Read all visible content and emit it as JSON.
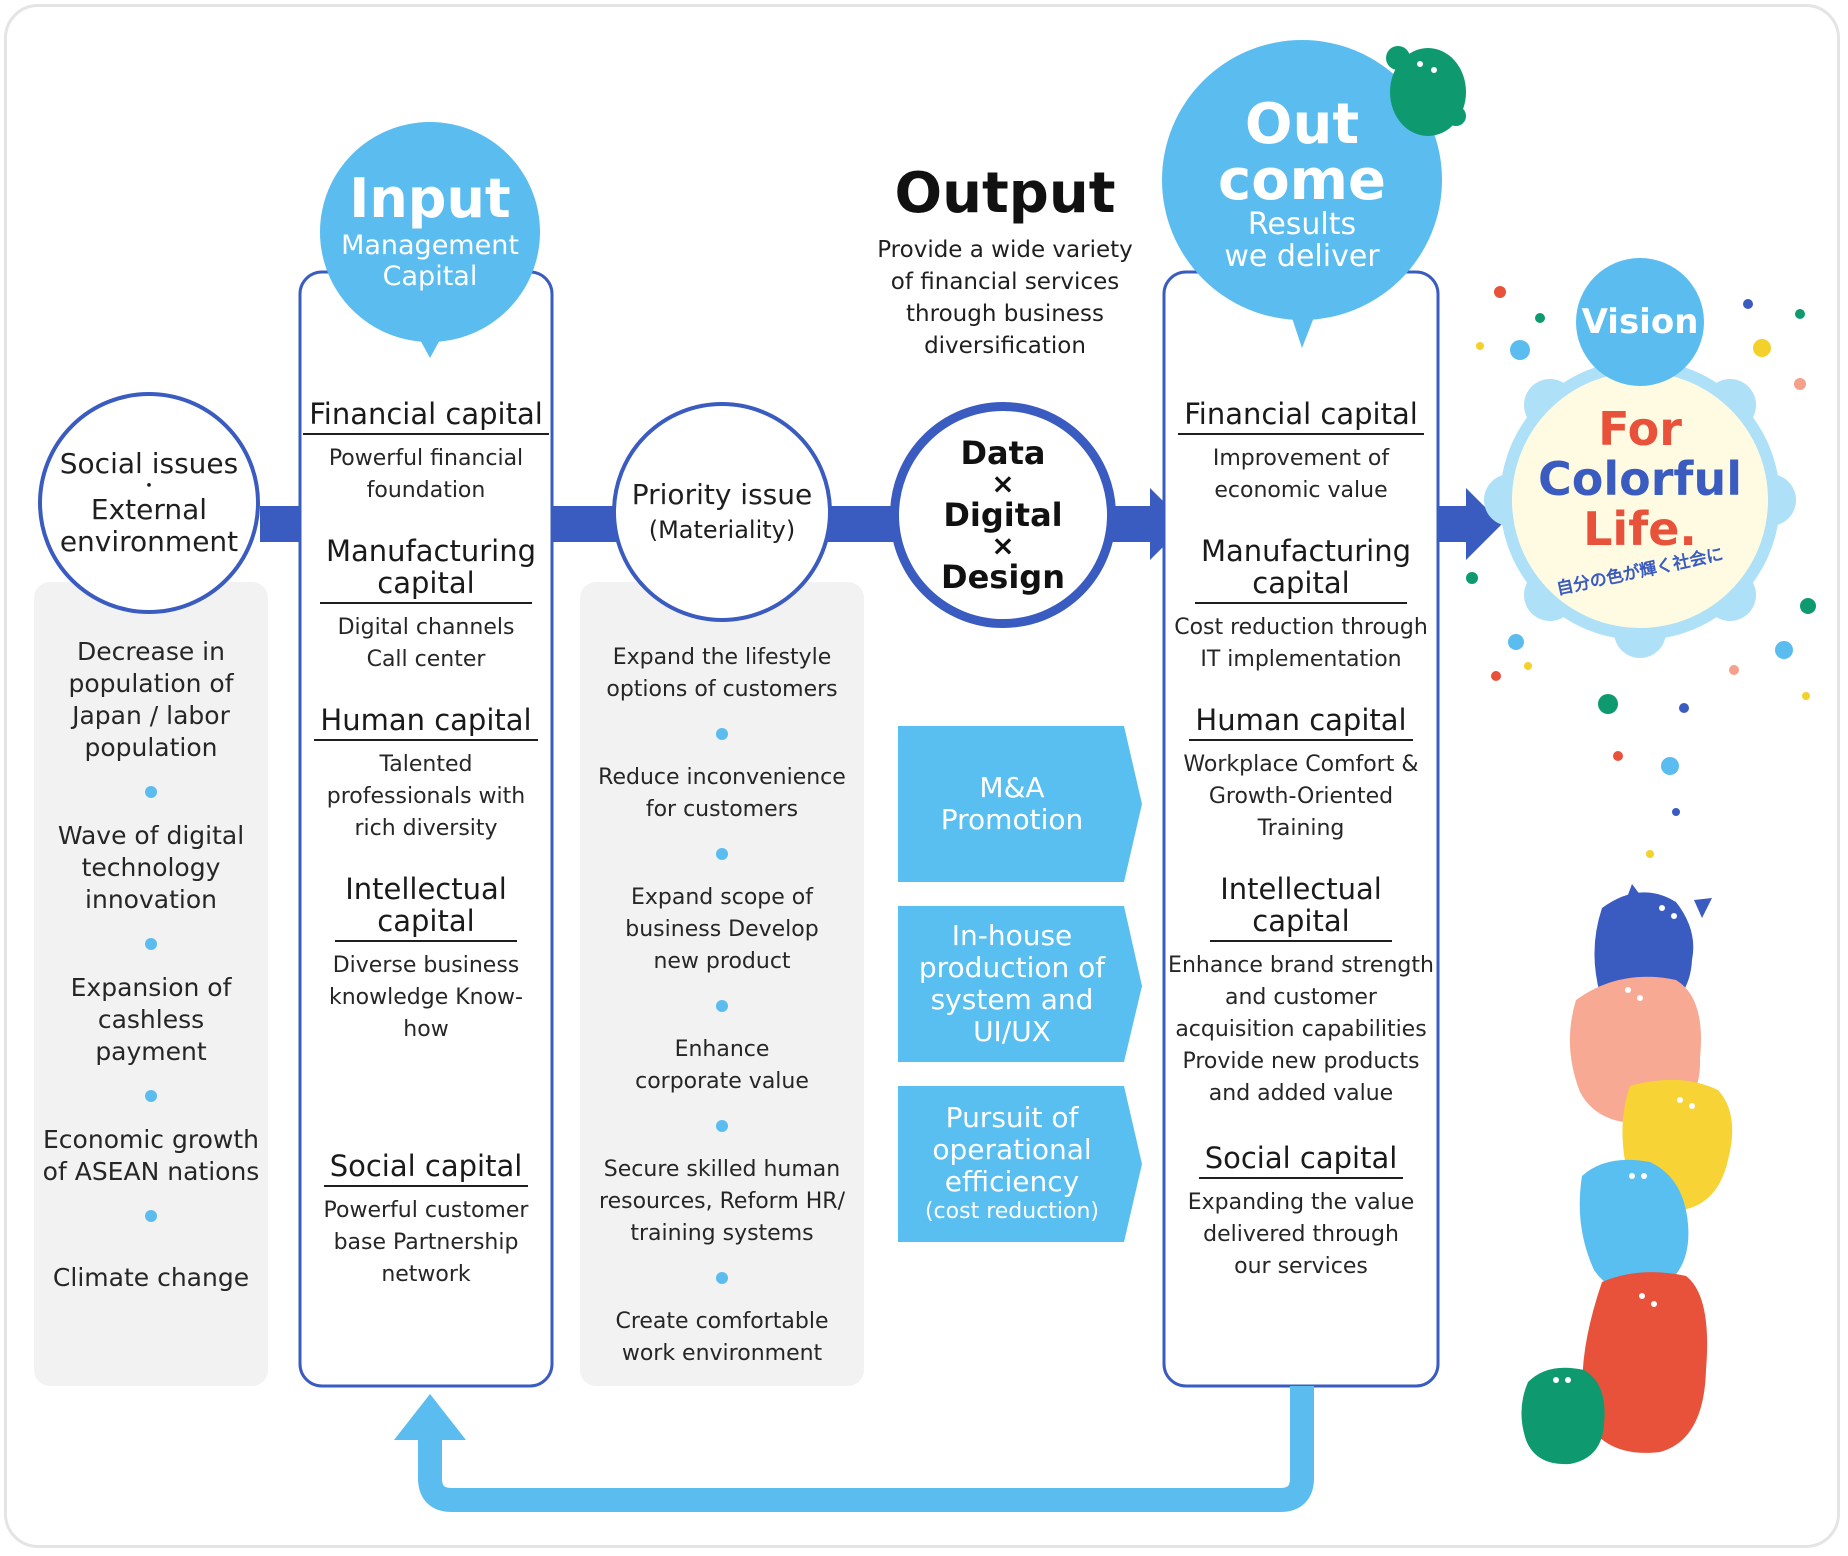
{
  "social": {
    "circle_line1": "Social issues",
    "circle_sep": "・",
    "circle_line2": "External",
    "circle_line3": "environment",
    "items": [
      "Decrease in population of Japan / labor population",
      "Wave of digital technology innovation",
      "Expansion of cashless payment",
      "Economic growth of ASEAN nations",
      "Climate change"
    ]
  },
  "input": {
    "title": "Input",
    "subtitle1": "Management",
    "subtitle2": "Capital",
    "sections": [
      {
        "header": "Financial capital",
        "desc": "Powerful financial foundation"
      },
      {
        "header": "Manufacturing capital",
        "desc": "Digital channels Call center"
      },
      {
        "header": "Human capital",
        "desc": "Talented professionals with rich diversity"
      },
      {
        "header": "Intellectual capital",
        "desc": "Diverse business knowledge Know-how"
      },
      {
        "header": "Social capital",
        "desc": "Powerful customer base Partnership network"
      }
    ]
  },
  "priority": {
    "circle_line1": "Priority issue",
    "circle_line2": "(Materiality)",
    "items": [
      "Expand the lifestyle options of customers",
      "Reduce inconvenience for customers",
      "Expand scope of business Develop new product",
      "Enhance corporate value",
      "Secure skilled human resources, Reform HR/ training systems",
      "Create comfortable work environment"
    ]
  },
  "output": {
    "title": "Output",
    "desc": "Provide a wide variety of financial services through business diversification",
    "circle_line1": "Data",
    "circle_x1": "×",
    "circle_line2": "Digital",
    "circle_x2": "×",
    "circle_line3": "Design",
    "pills": [
      {
        "text": "M&A Promotion",
        "note": ""
      },
      {
        "text": "In-house production of system and UI/UX",
        "note": ""
      },
      {
        "text": "Pursuit of operational efficiency",
        "note": "(cost reduction)"
      }
    ]
  },
  "outcome": {
    "title1": "Out",
    "title2": "come",
    "subtitle1": "Results",
    "subtitle2": "we deliver",
    "sections": [
      {
        "header": "Financial capital",
        "desc": "Improvement of economic value"
      },
      {
        "header": "Manufacturing capital",
        "desc": "Cost reduction through IT implementation"
      },
      {
        "header": "Human capital",
        "desc": "Workplace Comfort & Growth-Oriented Training"
      },
      {
        "header": "Intellectual capital",
        "desc": "Enhance brand strength and customer acquisition capabilities Provide new products and added value"
      },
      {
        "header": "Social capital",
        "desc": "Expanding the value delivered through our services"
      }
    ]
  },
  "vision": {
    "label": "Vision",
    "logo_line1": "For",
    "logo_line2": "Colorful",
    "logo_line3": "Life.",
    "tagline": "自分の色が輝く社会に"
  },
  "colors": {
    "brand_blue": "#3a5bbf",
    "light_blue": "#5bbcf0",
    "pill_blue": "#58bff0",
    "gray_panel": "#f2f2f2"
  }
}
